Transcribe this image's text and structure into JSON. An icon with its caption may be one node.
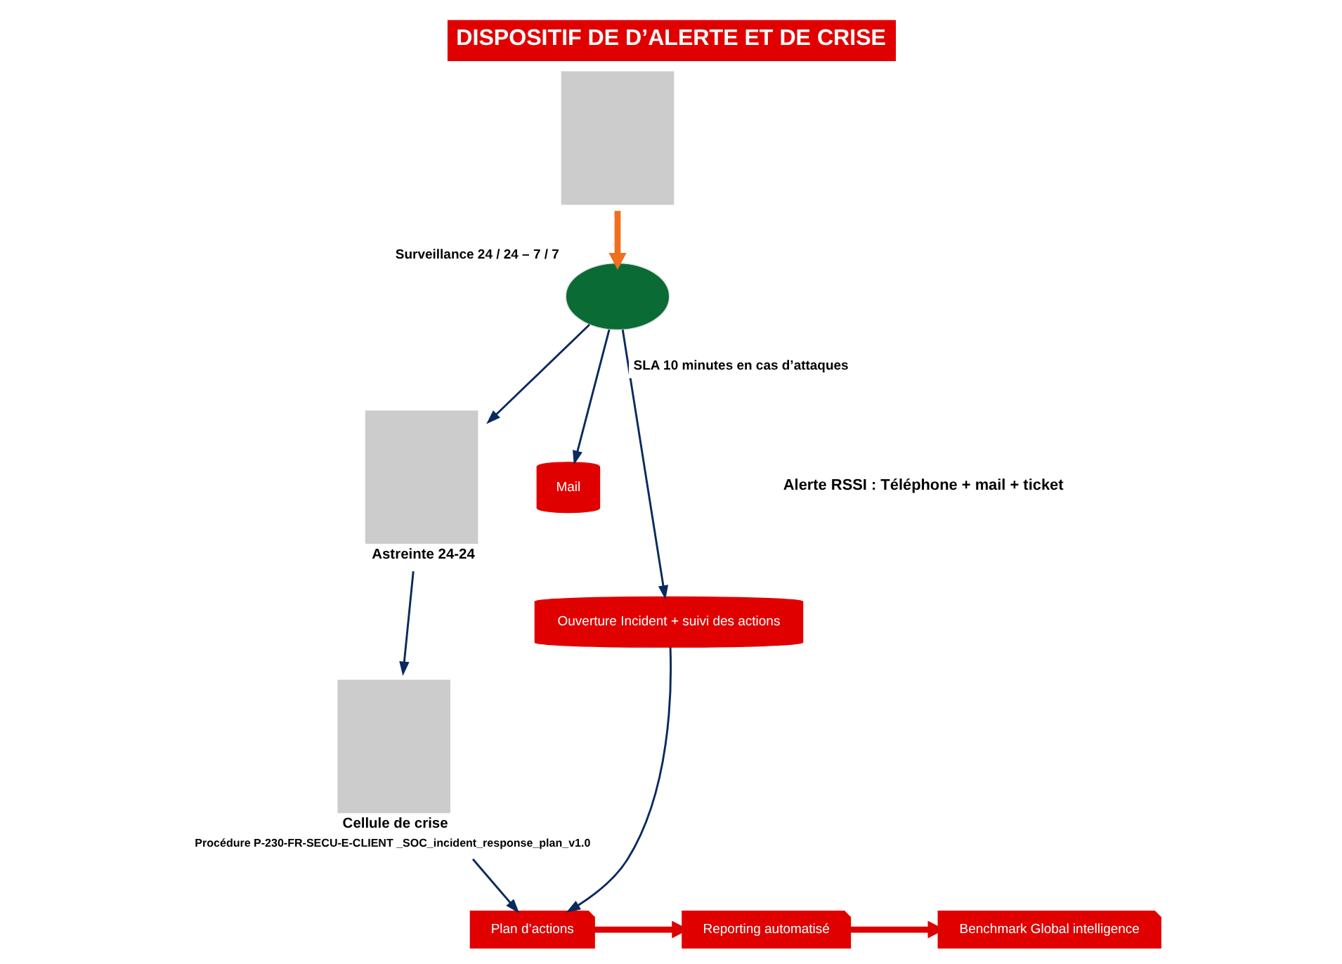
{
  "diagram": {
    "title": "DISPOSITIF DE D’ALERTE ET DE CRISE",
    "nodes": [
      {
        "text": [],
        "shape": "box"
      },
      {
        "text": [],
        "shape": "circle",
        "beside": [
          "Surveillance 24 / 24 – 7 / 7"
        ]
      },
      {
        "text": [],
        "shape": "box",
        "beside": [
          "Astreinte 24-24"
        ]
      },
      {
        "text": [],
        "shape": "box",
        "beside": [
          "Cellule de crise",
          "Procédure P-230-FR-SECU-E-CLIENT _SOC_incident_response_plan_v1.0"
        ]
      },
      {
        "text": [
          "Mail"
        ]
      },
      {
        "text": [
          "Ouverture Incident + suivi des actions"
        ]
      },
      {
        "text": [
          "Plan d’actions"
        ]
      },
      {
        "text": [
          "Reporting automatisé"
        ]
      },
      {
        "text": [
          "Benchmark Global intelligence"
        ]
      }
    ],
    "edges": [
      {
        "from": 0,
        "to": 1,
        "arrow": "to",
        "style": "thick",
        "color": "#f07020"
      },
      {
        "from": 1,
        "to": 4,
        "arrow": "to"
      },
      {
        "from": 1,
        "to": 5,
        "arrow": "to",
        "label": "SLA 10 minutes en cas d’attaques"
      },
      {
        "from": 1,
        "to": 2,
        "arrow": "to"
      },
      {
        "from": 2,
        "to": 3,
        "arrow": "to"
      },
      {
        "from": 3,
        "to": 6,
        "arrow": "to"
      },
      {
        "from": 5,
        "to": 6,
        "arrow": "to"
      },
      {
        "from": 6,
        "to": 7,
        "arrow": "to",
        "style": "thick",
        "color": "#dd0000"
      },
      {
        "from": 7,
        "to": 8,
        "arrow": "to",
        "style": "thick",
        "color": "#dd0000"
      }
    ],
    "labels": [
      "Alerte RSSI : Téléphone + mail + ticket"
    ]
  }
}
